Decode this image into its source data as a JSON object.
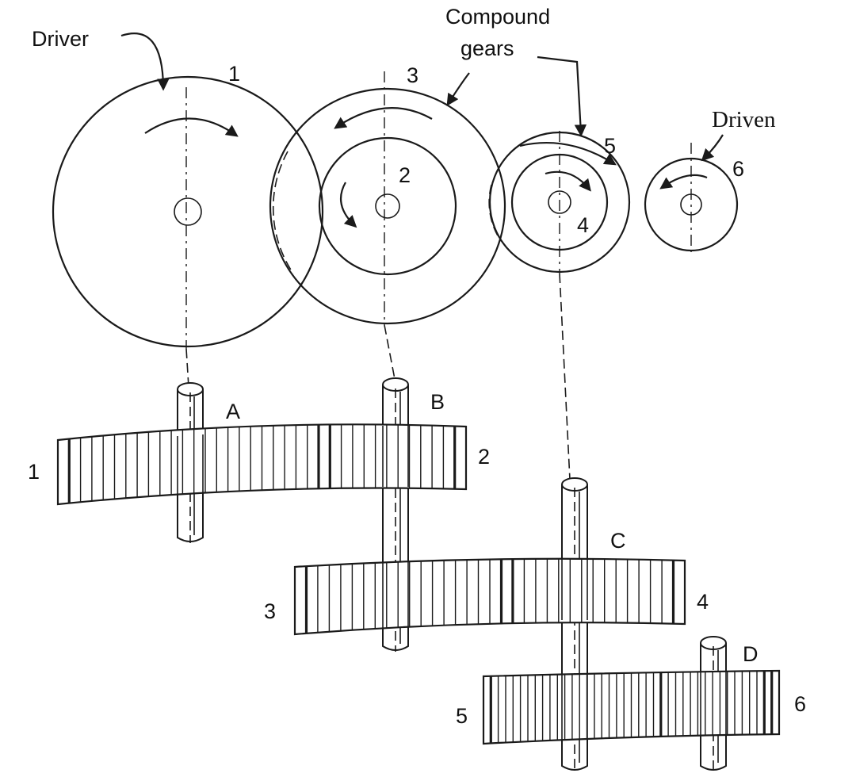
{
  "labels": {
    "driver": "Driver",
    "compound": "Compound",
    "gears": "gears",
    "driven": "Driven"
  },
  "gear_numbers": {
    "g1": "1",
    "g2": "2",
    "g3": "3",
    "g4": "4",
    "g5": "5",
    "g6": "6"
  },
  "side_numbers": {
    "r1_left": "1",
    "r1_right": "2",
    "r2_left": "3",
    "r2_right": "4",
    "r3_left": "5",
    "r3_right": "6"
  },
  "shafts": {
    "a": "A",
    "b": "B",
    "c": "C",
    "d": "D"
  }
}
